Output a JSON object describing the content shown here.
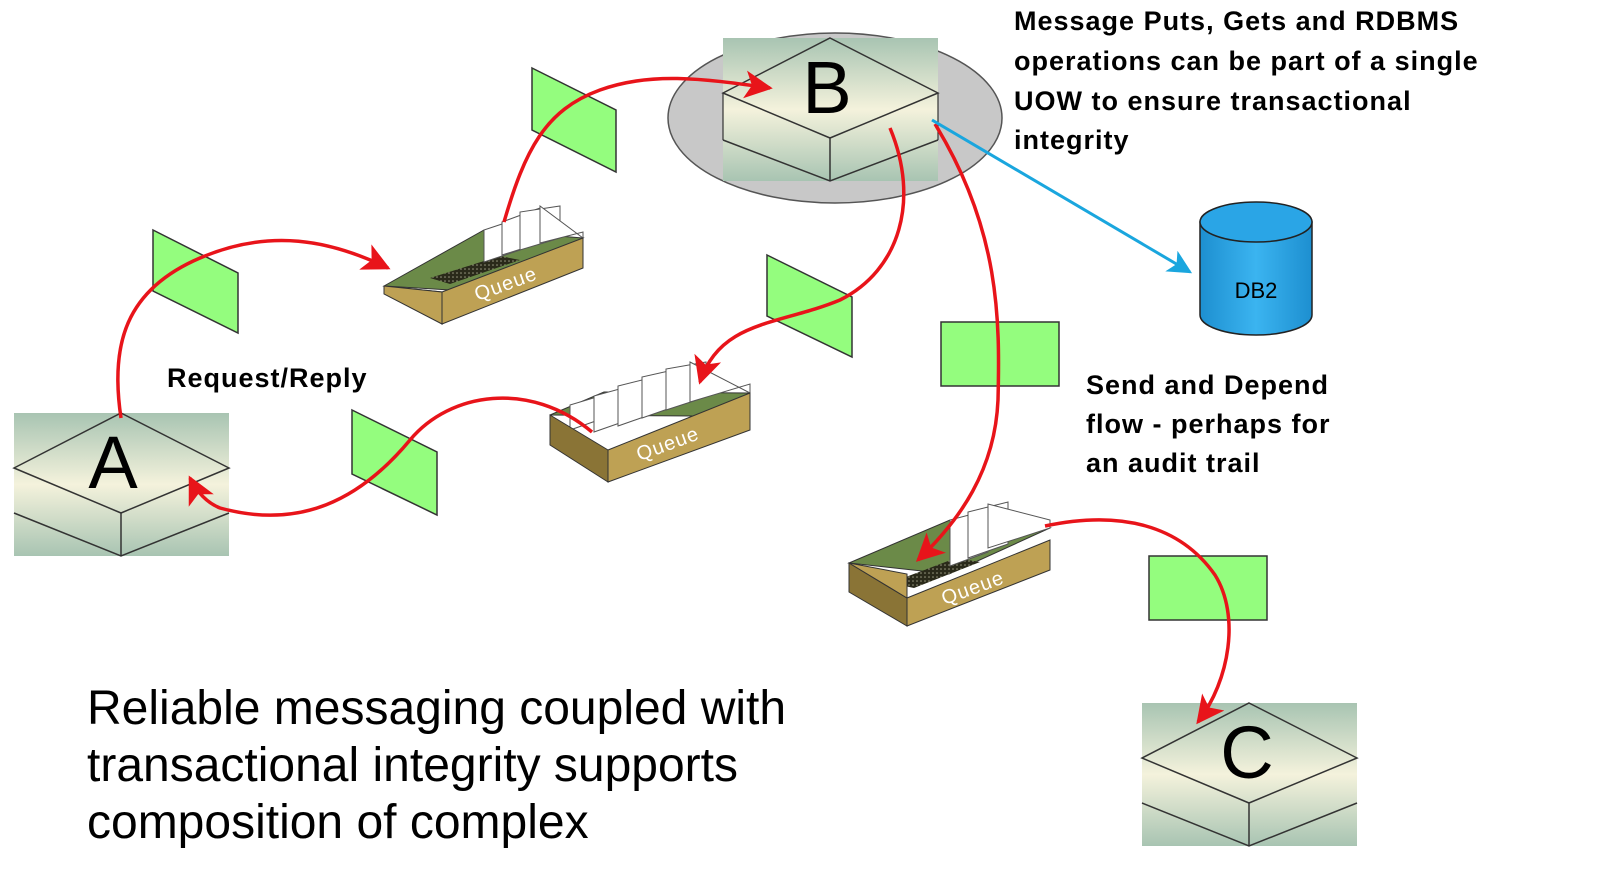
{
  "nodes": {
    "a": {
      "label": "A"
    },
    "b": {
      "label": "B"
    },
    "c": {
      "label": "C"
    }
  },
  "queues": {
    "top": {
      "label": "Queue"
    },
    "middle": {
      "label": "Queue"
    },
    "bottom": {
      "label": "Queue"
    }
  },
  "database": {
    "label": "DB2"
  },
  "notes": {
    "uow": [
      "Message Puts, Gets and RDBMS",
      "operations can be part of a single",
      "UOW to ensure transactional",
      "integrity"
    ],
    "request_reply": "Request/Reply",
    "send_depend": [
      "Send and Depend",
      "flow - perhaps for",
      "an audit trail"
    ]
  },
  "caption": [
    "Reliable messaging coupled with",
    "transactional integrity supports",
    "composition of complex"
  ],
  "colors": {
    "message": "#94fd7e",
    "flow_arrow": "#e8141a",
    "db_arrow": "#1aa6de",
    "db_fill": "#2aa5e6",
    "queue_box": "#bea154",
    "queue_inner": "#6b8a48",
    "node_band": "#a5c2b0",
    "uow_ellipse": "#c8c8c8"
  }
}
